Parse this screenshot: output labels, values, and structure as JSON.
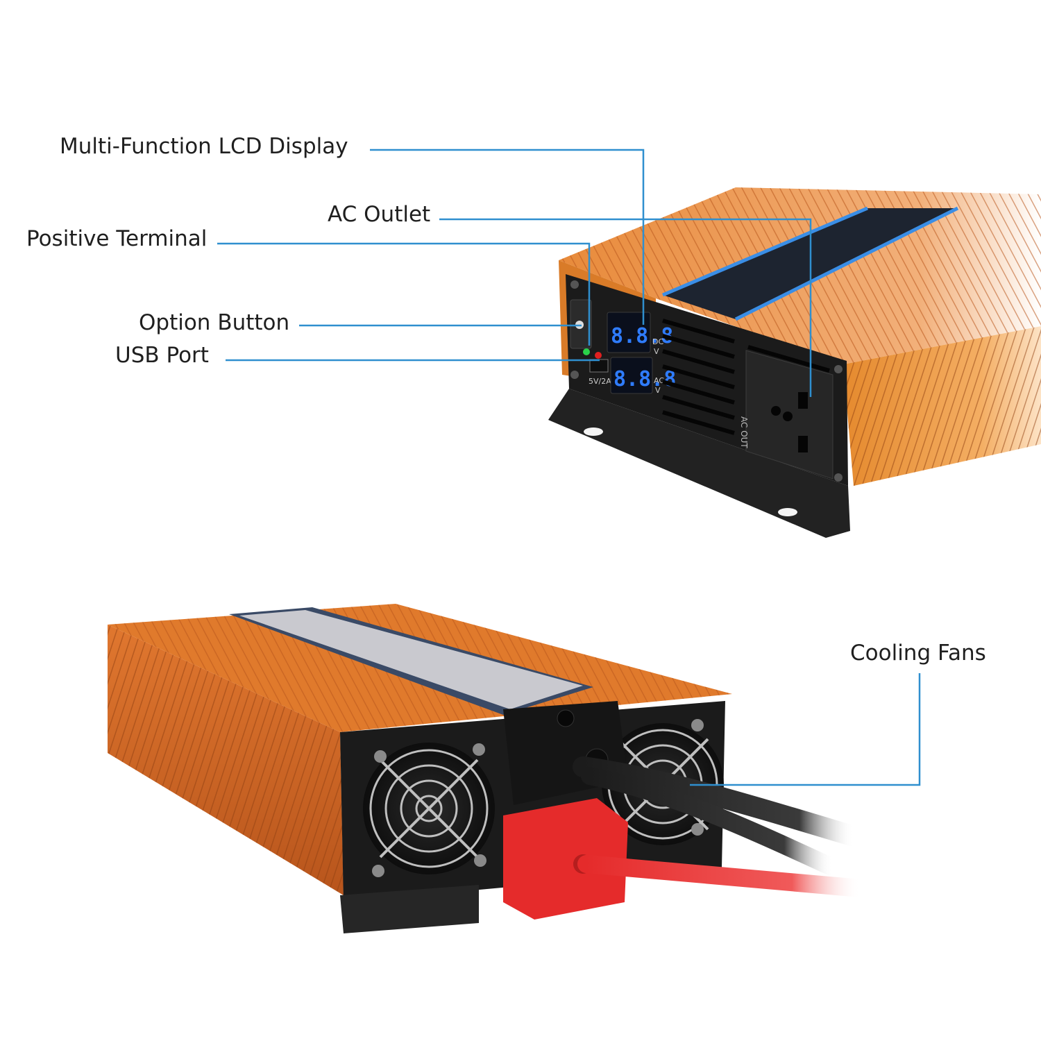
{
  "callouts": {
    "lcd_display": "Multi-Function LCD Display",
    "ac_outlet": "AC Outlet",
    "positive_terminal": "Positive Terminal",
    "option_button": "Option Button",
    "usb_port": "USB Port",
    "cooling_fans": "Cooling Fans"
  },
  "panel_labels": {
    "display_top_value": "8.8.8",
    "display_bottom_value": "8.8.8",
    "dc_unit": "DC",
    "ac_unit": "AC",
    "volt_unit": "V",
    "usb_rating": "5V/2A",
    "ac_out": "AC OUT"
  },
  "colors": {
    "callout_line": "#2f8fcf",
    "housing_orange": "#e07a2c",
    "panel_black": "#1b1b1b",
    "lcd_blue": "#2f7cff",
    "cable_red": "#e52b2b"
  }
}
